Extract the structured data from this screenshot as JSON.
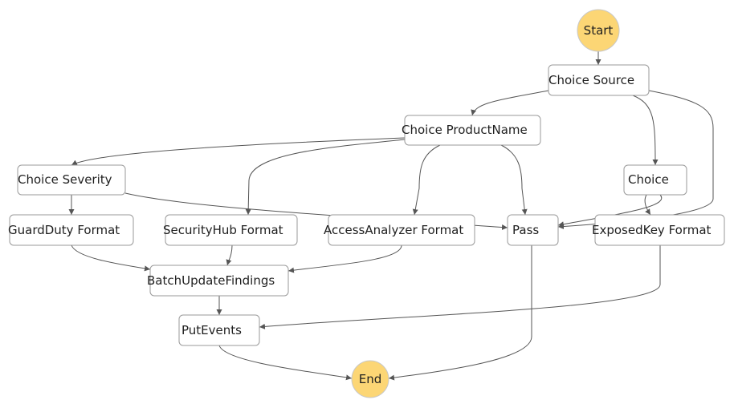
{
  "diagram": {
    "states": {
      "start": "Start",
      "choice_source": "Choice Source",
      "choice_productname": "Choice ProductName",
      "choice_severity": "Choice Severity",
      "choice": "Choice",
      "guardduty_format": "GuardDuty Format",
      "securityhub_format": "SecurityHub Format",
      "accessanalyzer_format": "AccessAnalyzer Format",
      "pass": "Pass",
      "exposedkey_format": "ExposedKey Format",
      "batchupdatefindings": "BatchUpdateFindings",
      "putevents": "PutEvents",
      "end": "End"
    },
    "colors": {
      "terminal_fill": "#fcd675",
      "edge": "#555555",
      "box_border": "#9a9a9a"
    }
  }
}
